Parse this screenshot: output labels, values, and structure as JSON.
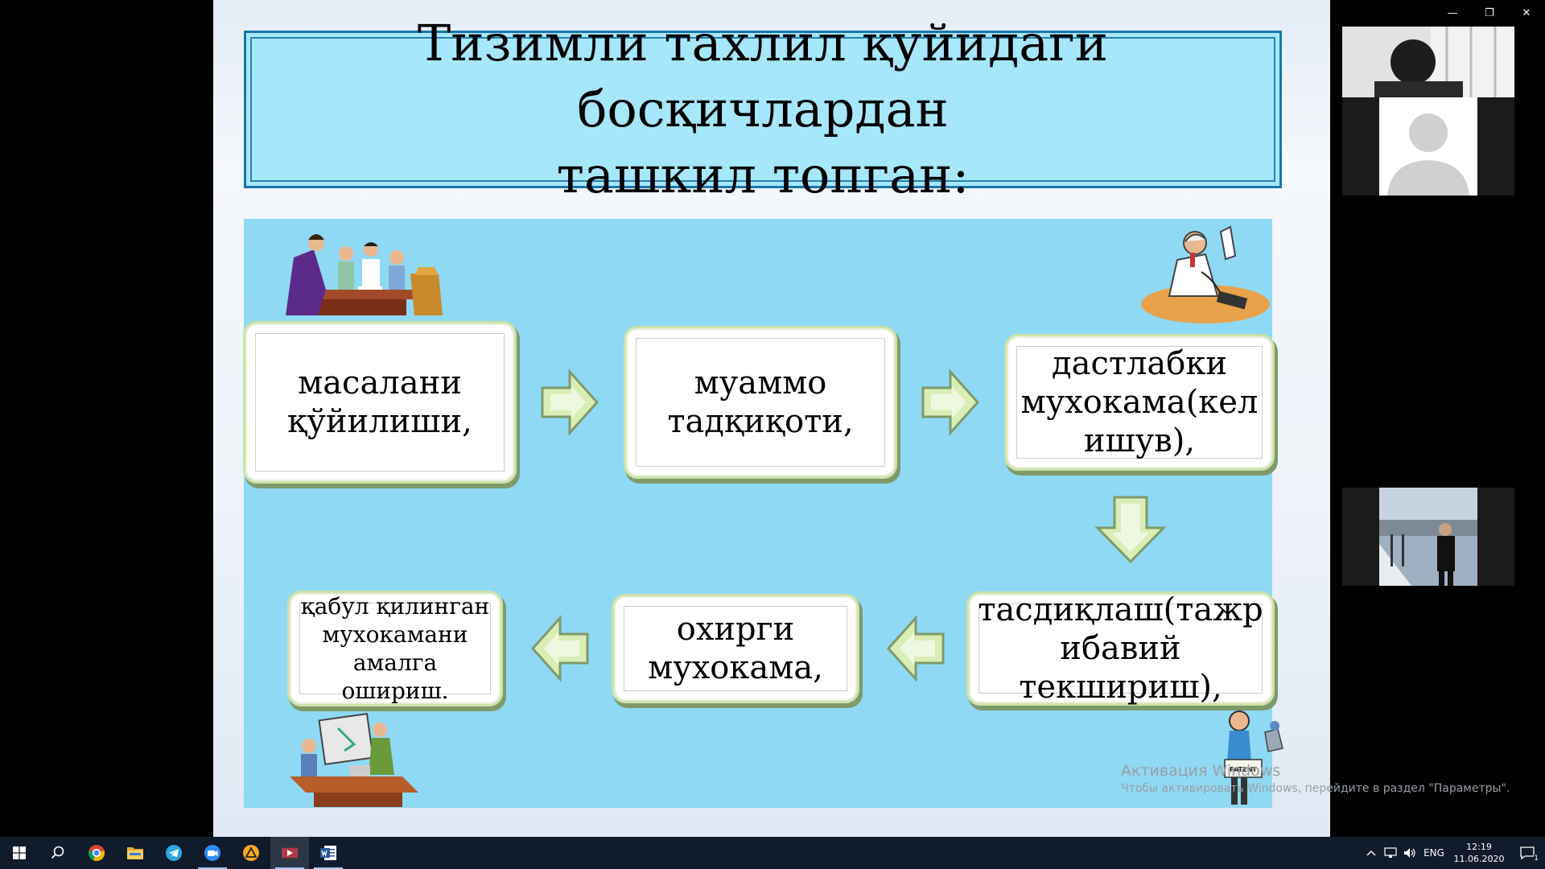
{
  "window_controls": {
    "minimize": "—",
    "restore": "❐",
    "close": "✕"
  },
  "slide": {
    "title": "Тизимли тахлил қуйидаги босқичлардан\nташкил топган:",
    "steps": [
      "масалани\nқўйилиши,",
      "муаммо\nтадқиқоти,",
      "дастлабки\nмухокама(кел\nишув),",
      "тасдиқлаш(тажр\nибавий\nтекшириш),",
      "охирги\nмухокама,",
      "қабул қилинган\nмухокамани\nамалга\nошириш."
    ],
    "patent_sign": "PATENT"
  },
  "watermark": {
    "title": "Активация Windows",
    "subtitle": "Чтобы активировать Windows, перейдите в раздел \"Параметры\"."
  },
  "taskbar": {
    "language": "ENG",
    "time": "12:19",
    "date": "11.06.2020",
    "notification_count": "1"
  },
  "colors": {
    "panel": "#8fd9f4",
    "title_bg": "#a6e7fb",
    "taskbar": "#101b2b",
    "arrow_fill": "#d9eeb6"
  }
}
